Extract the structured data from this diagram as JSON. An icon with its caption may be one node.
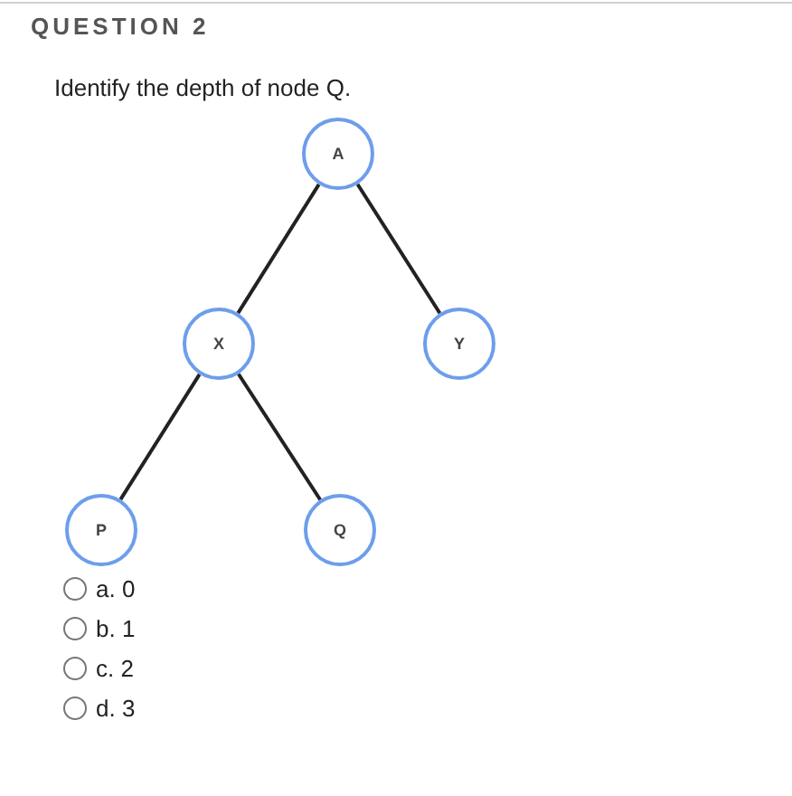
{
  "diagram": {
    "title": "QUESTION 2",
    "nodes": [
      {
        "text": [
          "A"
        ]
      },
      {
        "text": [
          "X"
        ]
      },
      {
        "text": [
          "Y"
        ]
      },
      {
        "text": [
          "P"
        ]
      },
      {
        "text": [
          "Q"
        ]
      }
    ],
    "edges": [
      {
        "from": 0,
        "to": 1,
        "arrow": "none"
      },
      {
        "from": 0,
        "to": 2,
        "arrow": "none"
      },
      {
        "from": 1,
        "to": 3,
        "arrow": "none"
      },
      {
        "from": 1,
        "to": 4,
        "arrow": "none"
      }
    ],
    "labels": [
      "Identify the depth of node Q.",
      "a. 0",
      "b. 1",
      "c. 2",
      "d. 3"
    ]
  }
}
